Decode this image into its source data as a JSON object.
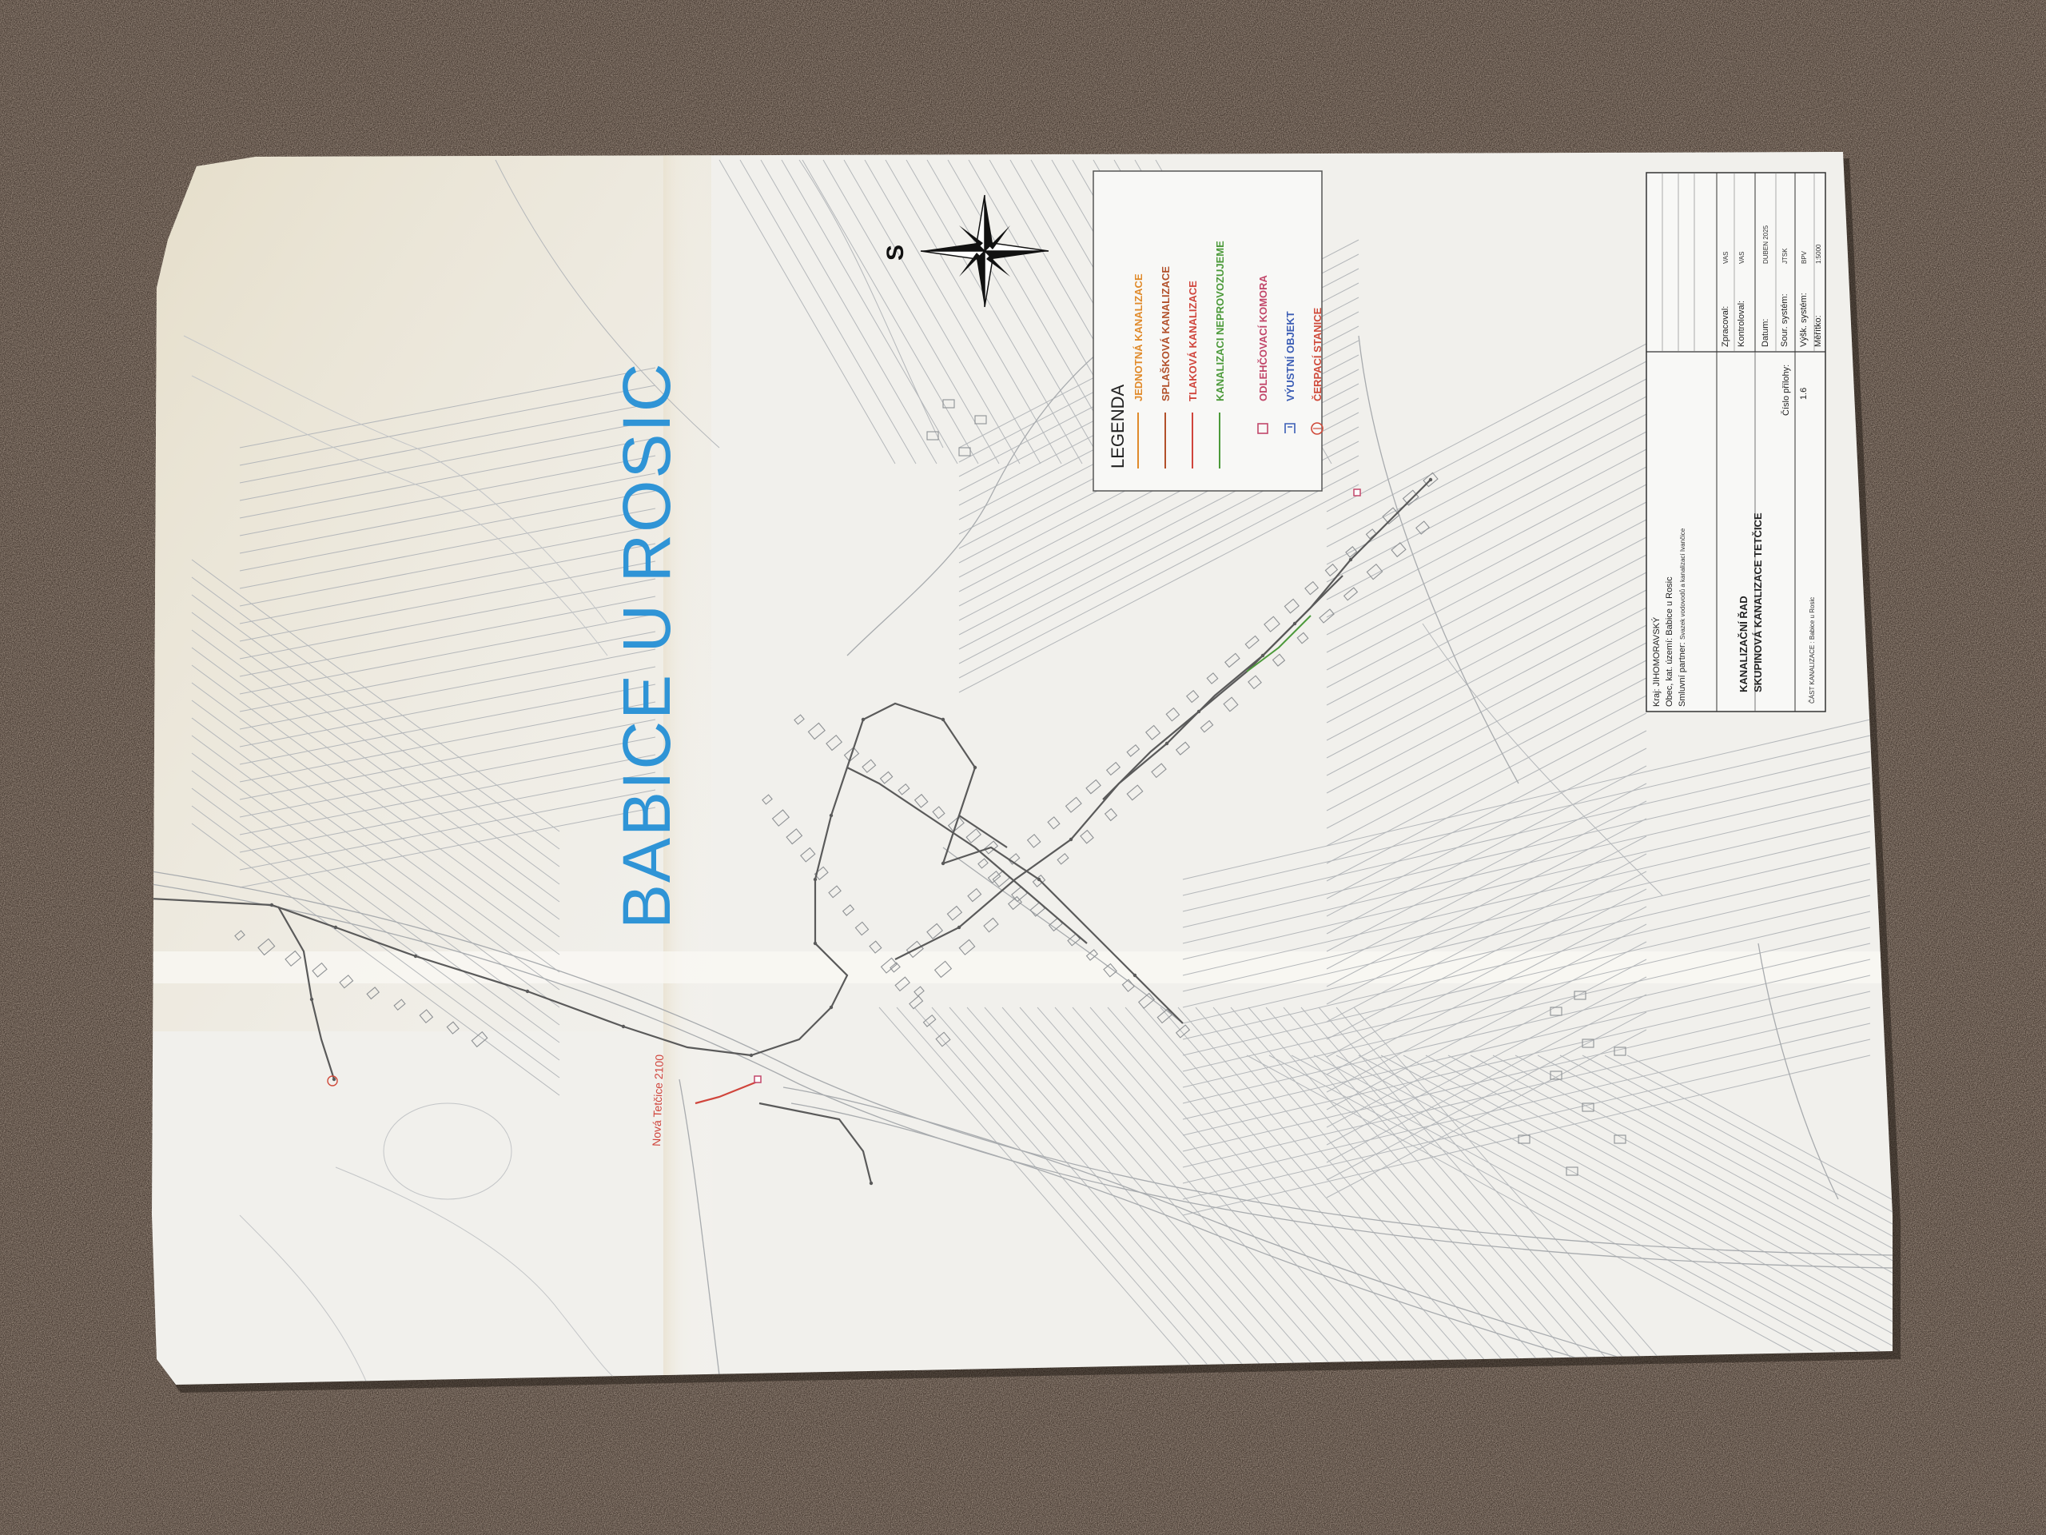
{
  "map": {
    "title": "BABICE U ROSIC",
    "compass_label": "S",
    "legend": {
      "heading": "LEGENDA",
      "items": [
        {
          "label": "JEDNOTNÁ KANALIZACE",
          "color": "#e08a2a",
          "symbol": "line"
        },
        {
          "label": "SPLAŠKOVÁ KANALIZACE",
          "color": "#b2502a",
          "symbol": "line"
        },
        {
          "label": "TLAKOVÁ KANALIZACE",
          "color": "#d0453c",
          "symbol": "line"
        },
        {
          "label": "KANALIZACI NEPROVOZUJEME",
          "color": "#4c9a3a",
          "symbol": "line"
        },
        {
          "label": "ODLEHČOVACÍ KOMORA",
          "color": "#c2476a",
          "symbol": "square"
        },
        {
          "label": "VÝUSTNÍ OBJEKT",
          "color": "#3b5db5",
          "symbol": "outlet"
        },
        {
          "label": "ČERPACÍ STANICE",
          "color": "#d04a3a",
          "symbol": "circle"
        }
      ]
    },
    "title_block": {
      "region": "Kraj: JIHOMORAVSKÝ",
      "municipality": "Obec, kat. území: Babice u Rosic",
      "partner": "Smluvní partner:",
      "partner_note": "Svazek vodovodů a kanalizací Ivančice",
      "doc_title_1": "KANALIZAČNÍ ŘAD",
      "doc_title_2": "SKUPINOVÁ KANALIZACE TETČICE",
      "part": "ČÁST KANALIZACE : Babice u Rosic",
      "appendix_label": "Číslo přílohy:",
      "appendix_value": "1.6",
      "fields": [
        {
          "label": "Zpracoval:",
          "value": "VAS"
        },
        {
          "label": "Kontroloval:",
          "value": "VAS"
        },
        {
          "label": "Datum:",
          "value": "DUBEN 2025"
        },
        {
          "label": "Sour. systém:",
          "value": "JTSK"
        },
        {
          "label": "Výšk. systém:",
          "value": "BPV"
        },
        {
          "label": "Měřítko:",
          "value": "1:5000"
        }
      ]
    },
    "poi_label": "Nová Tetčice 2100",
    "colors": {
      "title": "#2f94d6",
      "paper": "#f1f0ec",
      "carpet": "#4a3c33",
      "sewer": "#5a5a5a",
      "parcel_line": "#b4b7ba"
    }
  }
}
